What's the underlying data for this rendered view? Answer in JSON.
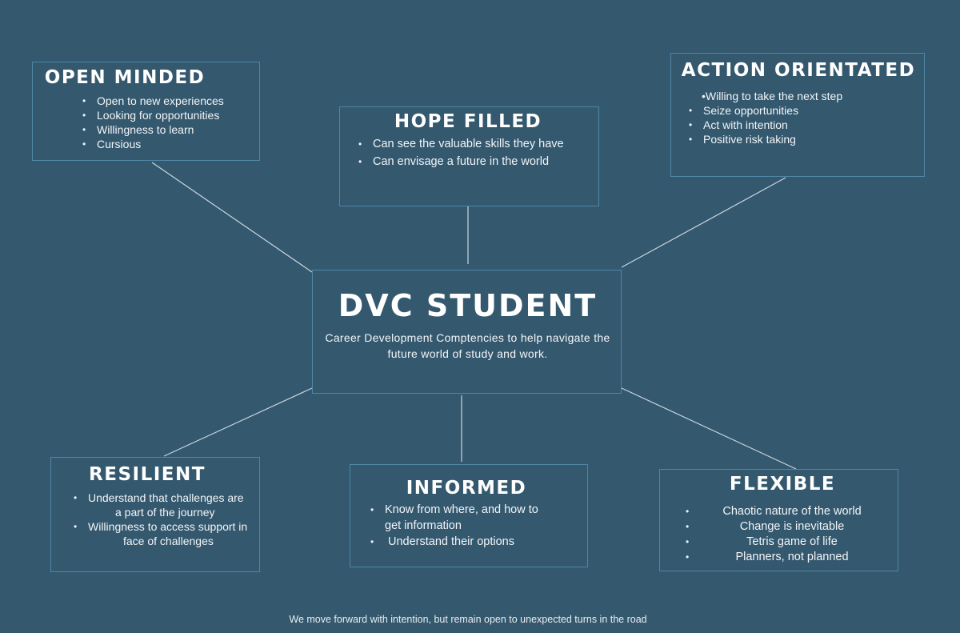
{
  "center": {
    "title": "DVC STUDENT",
    "subtitle_line1": "Career Development Comptencies to help navigate the",
    "subtitle_line2": "future world of study and work."
  },
  "nodes": {
    "open_minded": {
      "title": "OPEN MINDED",
      "items": [
        "Open to new experiences",
        "Looking for opportunities",
        "Willingness to learn",
        "Cursious"
      ]
    },
    "hope_filled": {
      "title": "HOPE FILLED",
      "items": [
        "Can see the valuable skills they have",
        "Can envisage a future in the world"
      ]
    },
    "action_orientated": {
      "title": "ACTION ORIENTATED",
      "items": [
        "•Willing to take the next step",
        "Seize opportunities",
        "Act with intention",
        "Positive risk taking"
      ]
    },
    "resilient": {
      "title": "RESILIENT",
      "items": [
        "Understand that challenges are",
        "a part of the journey",
        "Willingness to access support in",
        "face of challenges"
      ]
    },
    "informed": {
      "title": "INFORMED",
      "items": [
        "Know from where, and how to",
        "get information",
        "Understand their options"
      ]
    },
    "flexible": {
      "title": "FLEXIBLE",
      "items": [
        "Chaotic nature of the world",
        "Change is inevitable",
        "Tetris game of life",
        "Planners, not planned"
      ]
    }
  },
  "footer": "We move forward with intention, but remain open to unexpected turns in the road",
  "colors": {
    "background": "#34586e",
    "border": "#4f86a6",
    "line": "#c9d6de"
  }
}
